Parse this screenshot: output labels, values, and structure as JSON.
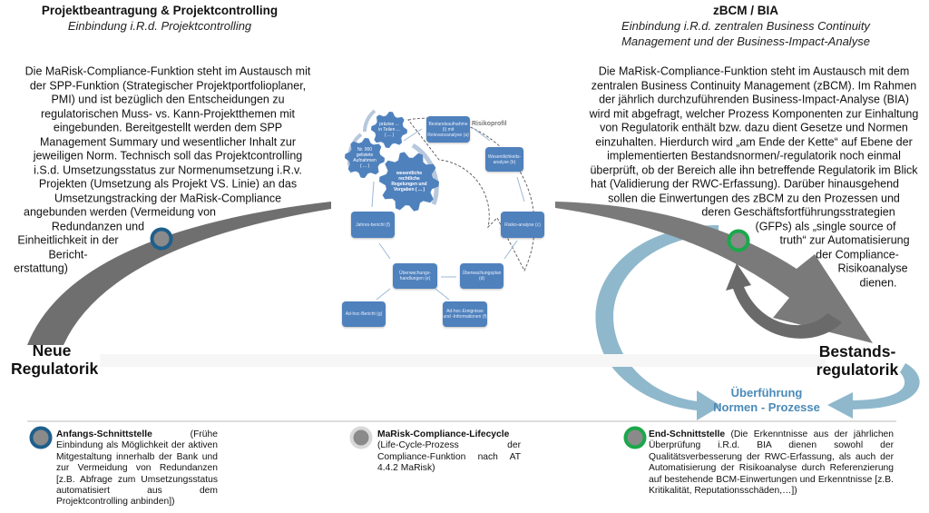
{
  "left": {
    "title": "Projektbeantragung & Projektcontrolling",
    "subtitle": "Einbindung i.R.d. Projektcontrolling",
    "body_lines": [
      "Die MaRisk-Compliance-Funktion steht im Austausch mit",
      "der SPP-Funktion (Strategischer Projektportfolioplaner,",
      "PMI) und ist bezüglich den Entscheidungen zu",
      "regulatorischen  Muss- vs. Kann-Projektthemen mit",
      "eingebunden. Bereitgestellt werden dem SPP",
      "Management Summary und wesentlicher Inhalt zur",
      "jeweiligen Norm. Technisch soll das Projektcontrolling",
      "i.S.d. Umsetzungsstatus zur Normenumsetzung i.R.v.",
      "Projekten (Umsetzung als Projekt VS. Linie) an das",
      "Umsetzungstracking der MaRisk-Compliance",
      "angebunden werden (Vermeidung von",
      "Redundanzen und",
      "Einheitlichkeit in der",
      "Bericht-",
      "erstattung)"
    ],
    "endpoint_label": [
      "Neue",
      "Regulatorik"
    ]
  },
  "right": {
    "title": "zBCM / BIA",
    "subtitle_lines": [
      "Einbindung i.R.d. zentralen Business Continuity",
      "Management und der Business-Impact-Analyse"
    ],
    "body_lines": [
      "Die MaRisk-Compliance-Funktion steht im Austausch mit dem",
      "zentralen Business Continuity Management (zBCM). Im Rahmen",
      "der jährlich durchzuführenden Business-Impact-Analyse (BIA)",
      "wird mit abgefragt, welcher Prozess Komponenten zur Einhaltung",
      "von Regulatorik enthält bzw. dazu dient Gesetze und Normen",
      "einzuhalten. Hierdurch wird „am Ende der Kette“ auf Ebene der",
      "implementierten Bestandsnormen/-regulatorik noch einmal",
      "überprüft, ob der Bereich alle ihn betreffende Regulatorik im Blick",
      "hat (Validierung der RWC-Erfassung). Darüber hinausgehend",
      "sollen die Einwertungen des zBCM zu den Prozessen und",
      "deren Geschäftsfortführungsstrategien",
      "(GFPs) als „single source of",
      "truth“ zur Automatisierung",
      "der Compliance-",
      "Risikoanalyse",
      "dienen."
    ],
    "endpoint_label": [
      "Bestands-",
      "regulatorik"
    ],
    "flow_label": [
      "Überführung",
      "Normen - Prozesse"
    ]
  },
  "lifecycle": {
    "risk_profile_label": "Risikoprofil",
    "gears": [
      "wesentliche rechtliche Regelungen und Vorgaben ( ... )",
      "Nr. 000 gelistete Aufnahmen ( ... )",
      "präzise ... in Teilen ... ( ... )"
    ],
    "boxes": [
      "Bestandsaufnahme (i) mit Relevanzanalyse (a)",
      "Wesentlichkeits-analyse (b)",
      "Risiko-analyse (c)",
      "Überwachungsplan (d)",
      "Überwachungs-handlungen (e)",
      "Ad-hoc-Ereignisse und -Informationen (f)",
      "Ad-hoc-Bericht (g)",
      "Jahres-bericht (f)"
    ]
  },
  "legend": [
    {
      "title": "Anfangs-Schnittstelle",
      "text": " (Frühe Einbindung als Möglichkeit der aktiven Mitgestaltung innerhalb der Bank und zur Vermeidung von Redundanzen [z.B. Abfrage zum Umsetzungsstatus automatisiert aus dem Projektcontrolling anbinden])",
      "marker_color": "#1e5f8c"
    },
    {
      "title": "MaRisk-Compliance-Lifecycle",
      "text": "(Life-Cycle-Prozess der Compliance-Funktion nach AT 4.4.2 MaRisk)",
      "marker_color": "#d0d0d0"
    },
    {
      "title": "End-Schnittstelle",
      "text": " (Die Erkenntnisse aus der jährlichen Überprüfung i.R.d. BIA dienen sowohl der Qualitätsverbesserung der RWC-Erfassung, als auch der Automatisierung der Risikoanalyse durch Referenzierung auf  bestehende BCM-Einwertungen und Erkenntnisse [z.B. Kritikalität, Reputationsschäden,…])",
      "marker_color": "#1aa84a"
    }
  ],
  "colors": {
    "arc_gray": "#6f6f6f",
    "flow_blue": "#8fb8cc",
    "box_blue": "#4f81bd",
    "start_marker": "#1e5f8c",
    "end_marker": "#1aa84a"
  }
}
